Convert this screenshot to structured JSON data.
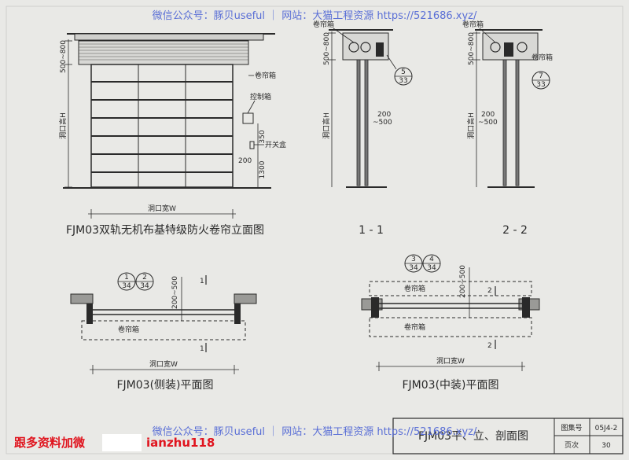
{
  "watermark": {
    "top": "微信公众号：豚贝useful ｜ 网站：大猫工程资源 https://521686.xyz/",
    "bottom": "微信公众号：豚贝useful ｜ 网站：大猫工程资源 https://521686.xyz/"
  },
  "promo": {
    "label": "跟多资料加微",
    "id": "ianzhu118"
  },
  "elevation": {
    "caption": "FJM03双轨无机布基特级防火卷帘立面图",
    "roll_box": "卷帘箱",
    "control_box": "控制箱",
    "switch_box": "开关盒",
    "dim_top": "500~800",
    "dim_height": "洞口高H",
    "dim_width": "洞口宽W",
    "dim_350": "350",
    "dim_200": "200",
    "dim_1300": "1300"
  },
  "section_1": {
    "caption": "1 - 1",
    "roll_box": "卷帘箱",
    "dim_top": "500~800",
    "dim_height": "洞口高H",
    "dim_rail_a": "200",
    "dim_rail_b": "~500",
    "ref_num": "5",
    "ref_sheet": "33"
  },
  "section_2": {
    "caption": "2 - 2",
    "roll_box": "卷帘箱",
    "dim_top": "500~800",
    "dim_height": "洞口高H",
    "dim_rail_a": "200",
    "dim_rail_b": "~500",
    "ref_num": "7",
    "ref_sheet": "33"
  },
  "plan_side": {
    "caption": "FJM03(侧装)平面图",
    "roll_box": "卷帘箱",
    "dim_depth": "200~500",
    "dim_width": "洞口宽W",
    "cut_label": "1",
    "ref1_num": "1",
    "ref1_sheet": "34",
    "ref2_num": "2",
    "ref2_sheet": "34"
  },
  "plan_mid": {
    "caption": "FJM03(中装)平面图",
    "roll_box": "卷帘箱",
    "dim_depth": "200~500",
    "dim_width": "洞口宽W",
    "cut_label": "2",
    "ref1_num": "3",
    "ref1_sheet": "34",
    "ref2_num": "4",
    "ref2_sheet": "34"
  },
  "title_block": {
    "title": "FJM03平、立、剖面图",
    "set_label": "图集号",
    "set_value": "05J4-2",
    "page_label": "页次",
    "page_value": "30"
  }
}
